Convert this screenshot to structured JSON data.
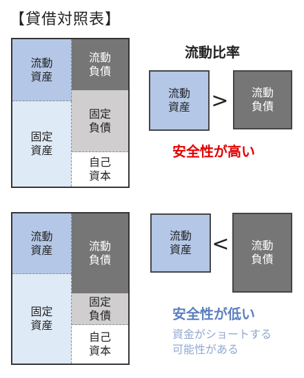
{
  "title": "【貸借対照表】",
  "heading": "流動比率",
  "labels": {
    "current_assets": "流動\n資産",
    "fixed_assets": "固定\n資産",
    "current_liabilities": "流動\n負債",
    "fixed_liabilities": "固定\n負債",
    "equity": "自己\n資本"
  },
  "top": {
    "symbol": ">",
    "verdict": "安全性が高い"
  },
  "bottom": {
    "symbol": "<",
    "verdict": "安全性が低い",
    "note": "資金がショートする\n可能性がある"
  },
  "colors": {
    "current_assets": "#b4c7e7",
    "fixed_assets": "#deeaf6",
    "current_liabilities": "#767676",
    "fixed_liabilities": "#d0cece",
    "equity": "#ffffff",
    "high_safety": "#e20000",
    "low_safety": "#5b7fbf"
  }
}
